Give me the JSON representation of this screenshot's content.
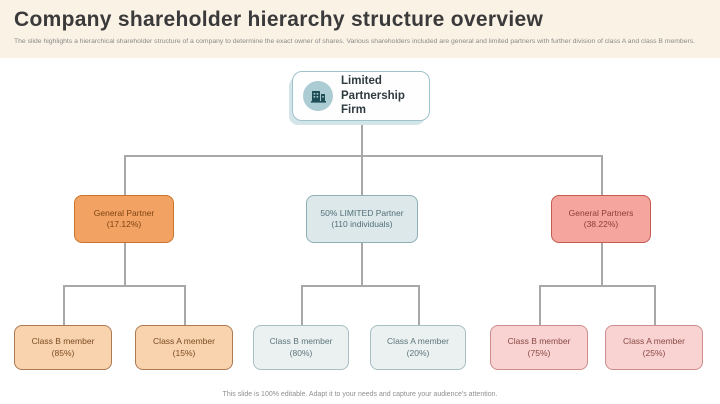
{
  "header": {
    "title": "Company shareholder hierarchy structure overview",
    "subtitle": "The slide highlights a hierarchical shareholder structure of a company to determine the exact owner of shares. Various shareholders included are general and limited partners with further division of class A and class B members."
  },
  "hierarchy": {
    "root": {
      "line1": "Limited",
      "line2": "Partnership Firm",
      "icon": "building-icon"
    },
    "branches": [
      {
        "line1": "General Partner",
        "line2": "(17.12%)",
        "color": "#f2a263",
        "border_color": "#c9742e",
        "children": [
          {
            "line1": "Class B member",
            "line2": "(85%)",
            "color": "#f8d3ae"
          },
          {
            "line1": "Class A member",
            "line2": "(15%)",
            "color": "#f8d3ae"
          }
        ]
      },
      {
        "line1": "50% LIMITED Partner",
        "line2": "(110 individuals)",
        "color": "#dce8e9",
        "border_color": "#8fafb6",
        "children": [
          {
            "line1": "Class B member",
            "line2": "(80%)",
            "color": "#ebf1f1"
          },
          {
            "line1": "Class A member",
            "line2": "(20%)",
            "color": "#ebf1f1"
          }
        ]
      },
      {
        "line1": "General Partners",
        "line2": "(38.22%)",
        "color": "#f5a59d",
        "border_color": "#c45a51",
        "children": [
          {
            "line1": "Class B member",
            "line2": "(75%)",
            "color": "#f8d3d1"
          },
          {
            "line1": "Class A member",
            "line2": "(25%)",
            "color": "#f8d3d1"
          }
        ]
      }
    ]
  },
  "footer": {
    "text": "This slide is 100% editable. Adapt it to your needs and capture your audience's attention."
  },
  "colors": {
    "header_background": "#fbf2e6",
    "canvas_background": "#ffffff",
    "connector": "#a8a8a8",
    "root_border": "#9fc3cb",
    "root_icon_circle": "#abccd2"
  }
}
